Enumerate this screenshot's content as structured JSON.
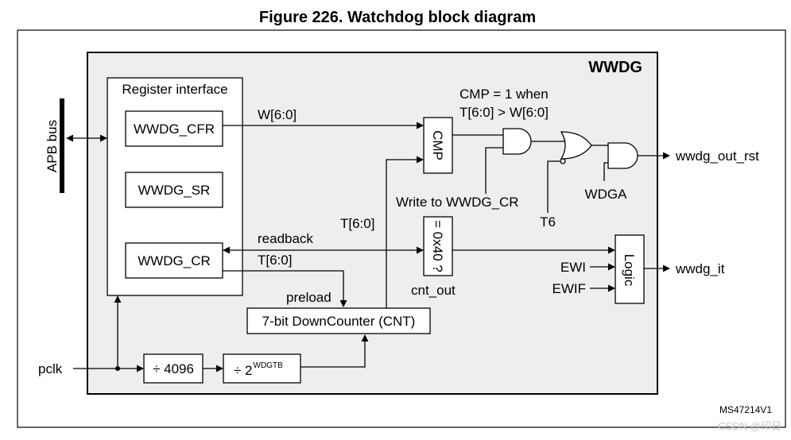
{
  "figure_title": "Figure 226. Watchdog block diagram",
  "block_title": "WWDG",
  "apb_bus_label": "APB bus",
  "register_interface": {
    "title": "Register interface",
    "registers": [
      "WWDG_CFR",
      "WWDG_SR",
      "WWDG_CR"
    ]
  },
  "signals": {
    "w_bits": "W[6:0]",
    "t_bits_cmp": "T[6:0]",
    "t_bits_preload": "T[6:0]",
    "readback": "readback",
    "preload": "preload",
    "cnt_out": "cnt_out",
    "write_to_cr": "Write to WWDG_CR",
    "t6": "T6",
    "wdga": "WDGA",
    "ewi": "EWI",
    "ewif": "EWIF",
    "pclk": "pclk"
  },
  "cmp": {
    "label": "CMP",
    "note_line1": "CMP = 1 when",
    "note_line2": "T[6:0] > W[6:0]"
  },
  "equal_block_label": "= 0x40 ?",
  "logic_label": "Logic",
  "counter_label": "7-bit DownCounter (CNT)",
  "prescaler_1": "÷ 4096",
  "prescaler_2_base": "÷ 2",
  "prescaler_2_exp": "WDGTB",
  "outputs": {
    "reset": "wwdg_out_rst",
    "interrupt": "wwdg_it"
  },
  "figure_id": "MS47214V1",
  "watermark": "CSDN @印日"
}
